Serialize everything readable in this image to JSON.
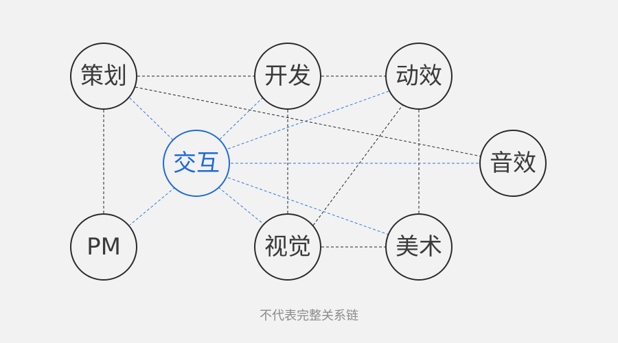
{
  "nodes": {
    "cehua": "策划",
    "kaifa": "开发",
    "dongxiao": "动效",
    "jiaohu": "交互",
    "yinxiao": "音效",
    "pm": "PM",
    "shijue": "视觉",
    "meishu": "美术"
  },
  "caption": "不代表完整关系链",
  "colors": {
    "background": "#f2f2f2",
    "node_border": "#2a2a2a",
    "highlight_blue": "#1e6bd6",
    "edge_black": "#222222",
    "edge_blue": "#2f77e0",
    "caption": "#8a8a8a"
  }
}
